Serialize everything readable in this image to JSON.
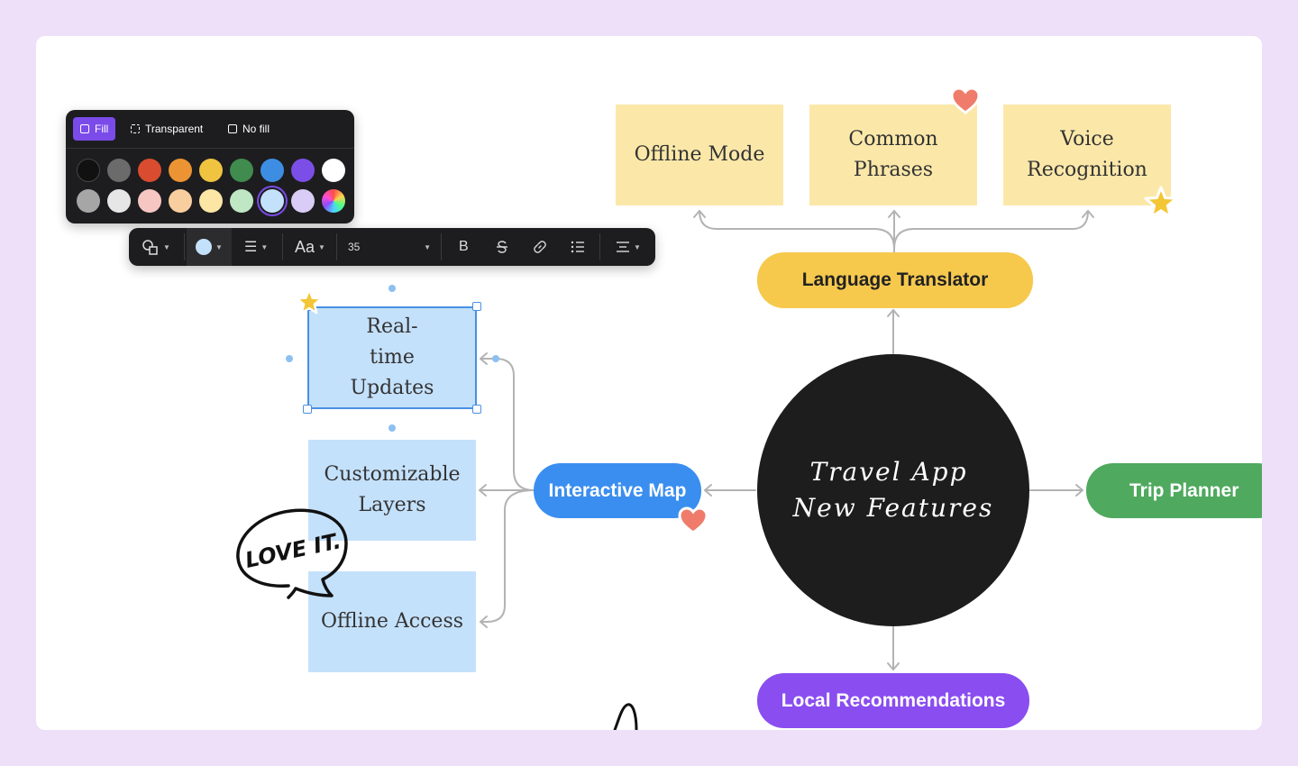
{
  "popover": {
    "tabs": [
      {
        "label": "Fill",
        "icon": "fill-square-icon",
        "active": true
      },
      {
        "label": "Transparent",
        "icon": "transparent-square-icon",
        "active": false
      },
      {
        "label": "No fill",
        "icon": "no-fill-square-icon",
        "active": false
      }
    ],
    "colors_row1": [
      "#111111",
      "#6b6b6b",
      "#d94c2f",
      "#ec9433",
      "#f0c341",
      "#3f8c4e",
      "#3d8de3",
      "#7c4ee8",
      "#ffffff"
    ],
    "colors_row2": [
      "#a6a6a6",
      "#e6e6e6",
      "#f6c6c3",
      "#f9ce9f",
      "#fbe6a5",
      "#bfe7c4",
      "#c4e1fb",
      "#d9ccf6",
      "rainbow"
    ],
    "selected_color": "#c4e1fb"
  },
  "toolbar": {
    "font_size": "35",
    "font_label": "Aa",
    "bold_label": "B",
    "current_fill": "#c4e1fb"
  },
  "stickies": {
    "offline_mode": "Offline Mode",
    "common_phrases": "Common Phrases",
    "voice_recognition": "Voice Recognition",
    "realtime_updates": "Real-time Updates",
    "customizable_layers": "Customizable Layers",
    "offline_access": "Offline Access"
  },
  "nodes": {
    "language_translator": "Language Translator",
    "interactive_map": "Interactive Map",
    "trip_planner": "Trip Planner",
    "local_recommendations": "Local Recommendations",
    "center_line1": "Travel App",
    "center_line2": "New Features"
  },
  "annotations": {
    "love_it": "LOVE IT."
  },
  "colors": {
    "yellow_sticky": "#fbe8a9",
    "blue_sticky": "#c4e1fb",
    "language_translator": "#f6c94d",
    "interactive_map": "#3a8ef0",
    "trip_planner": "#4fa95e",
    "local_recommendations": "#8a4df0",
    "center_circle": "#1d1d1d",
    "selection": "#4a90e2"
  }
}
